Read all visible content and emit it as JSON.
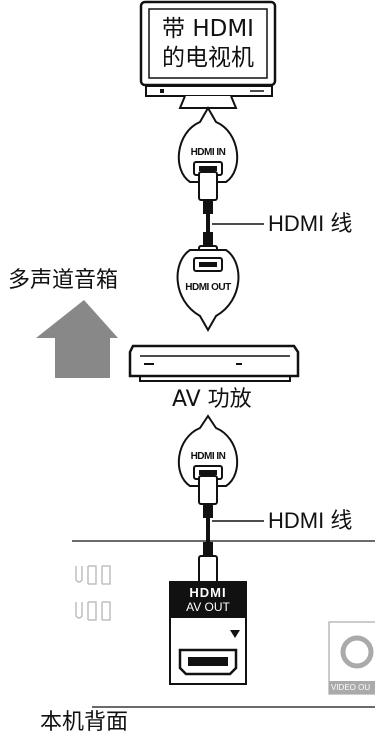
{
  "tv": {
    "line1": "带 HDMI",
    "line2": "的电视机"
  },
  "amplifier": {
    "label": "AV 功放"
  },
  "speakers": {
    "label": "多声道音箱"
  },
  "cables": {
    "upper_label": "HDMI 线",
    "lower_label": "HDMI 线"
  },
  "ports": {
    "tv_input": "HDMI IN",
    "amp_output": "HDMI OUT",
    "amp_input": "HDMI IN",
    "player_output_logo": "HDMI",
    "player_output": "AV OUT",
    "video_out_partial": "VIDEO OU"
  },
  "player": {
    "label": "本机背面"
  },
  "colors": {
    "arrow": "#888888",
    "line": "#111111",
    "screen_bg": "#ffffff"
  }
}
